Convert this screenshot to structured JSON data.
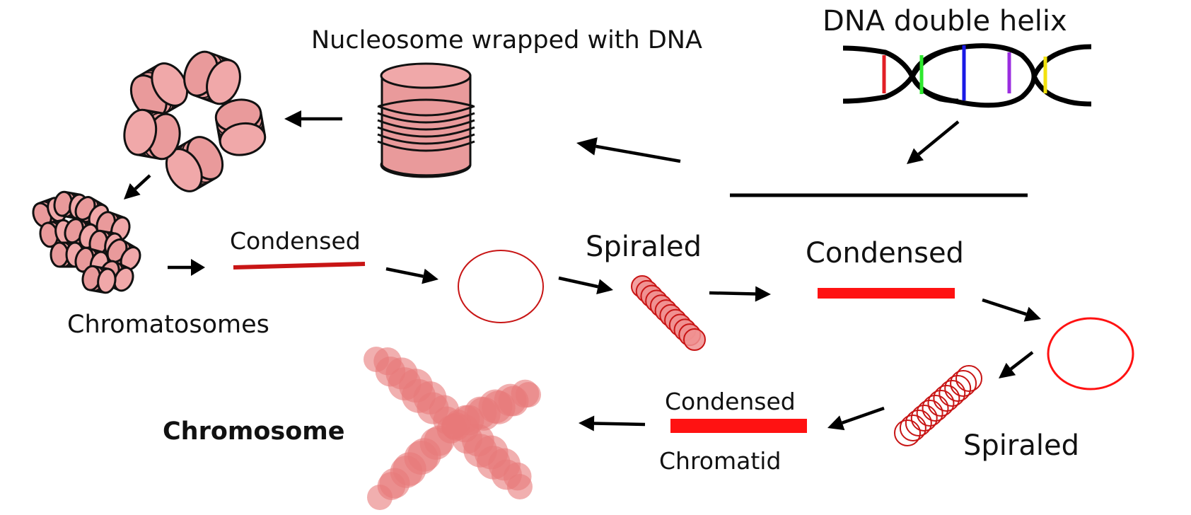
{
  "labels": {
    "dna_double_helix": "DNA double helix",
    "nucleosome": "Nucleosome wrapped with DNA",
    "chromatosomes": "Chromatosomes",
    "condensed_1": "Condensed",
    "spiraled_1": "Spiraled",
    "condensed_2": "Condensed",
    "spiraled_2": "Spiraled",
    "condensed_3": "Condensed",
    "chromatid": "Chromatid",
    "chromosome": "Chromosome"
  },
  "colors": {
    "dna_bases": [
      "#e21f26",
      "#2ee82e",
      "#1a1ae6",
      "#9b2ee0",
      "#f2e20e"
    ],
    "nucleosome_fill": "#e99a9b",
    "condensed_dark": "#c81515",
    "condensed_bright": "#ff1212",
    "coil_fill": "#f09090",
    "chromosome_fill": "#e8797a"
  }
}
